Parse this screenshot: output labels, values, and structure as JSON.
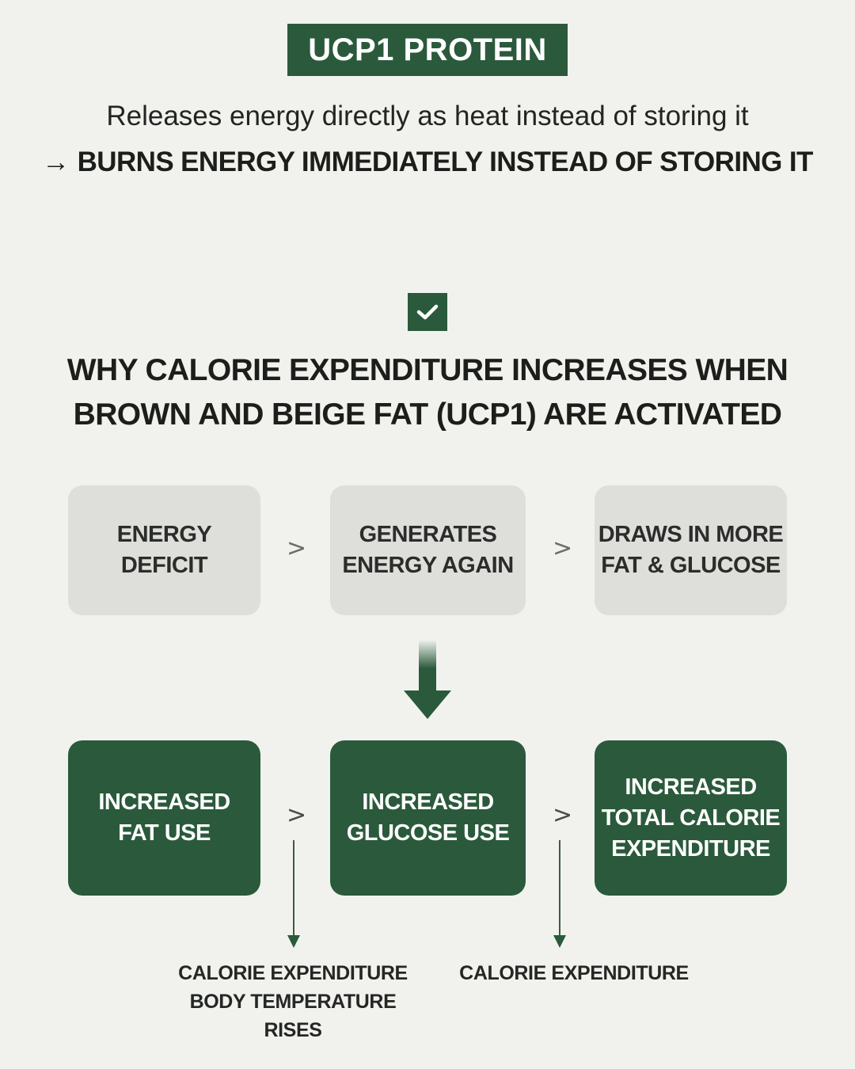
{
  "header": {
    "badge": "UCP1 PROTEIN",
    "subtitle": "Releases energy directly as heat instead of storing it",
    "tagline_arrow": "→",
    "tagline": "BURNS ENERGY IMMEDIATELY INSTEAD OF STORING IT"
  },
  "check_icon": "checkmark-icon",
  "section_title": {
    "line1": "WHY CALORIE EXPENDITURE INCREASES WHEN",
    "line2": "BROWN AND BEIGE FAT (UCP1) ARE ACTIVATED"
  },
  "flow_top": [
    {
      "line1": "ENERGY",
      "line2": "DEFICIT"
    },
    {
      "line1": "GENERATES",
      "line2": "ENERGY AGAIN"
    },
    {
      "line1": "DRAWS IN MORE",
      "line2": "FAT & GLUCOSE"
    }
  ],
  "flow_bottom": [
    {
      "line1": "INCREASED",
      "line2": "FAT USE"
    },
    {
      "line1": "INCREASED",
      "line2": "GLUCOSE USE"
    },
    {
      "line1": "INCREASED",
      "line2": "TOTAL CALORIE",
      "line3": "EXPENDITURE"
    }
  ],
  "separator": ">",
  "captions": {
    "left_line1": "CALORIE EXPENDITURE",
    "left_line2": "BODY TEMPERATURE RISES",
    "right": "CALORIE EXPENDITURE"
  },
  "colors": {
    "accent_green": "#2a5a3b",
    "background": "#f1f2ee",
    "light_box": "#dedfdb"
  }
}
